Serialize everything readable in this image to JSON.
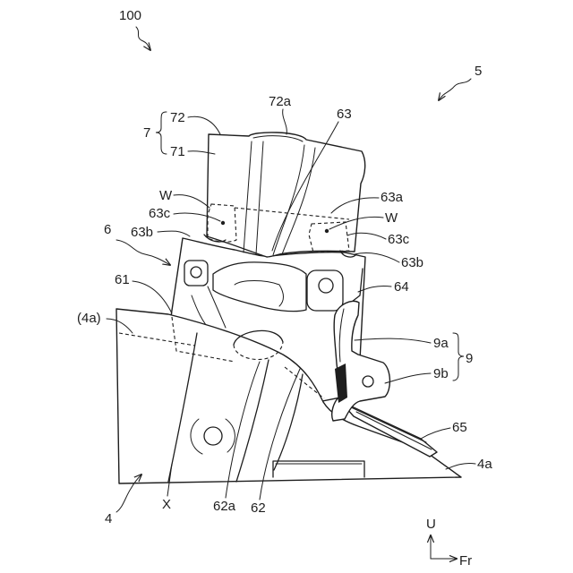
{
  "figure": {
    "labels": {
      "ref_100": "100",
      "ref_5": "5",
      "ref_72a": "72a",
      "ref_63": "63",
      "ref_72": "72",
      "ref_7": "7",
      "ref_71": "71",
      "ref_W_left": "W",
      "ref_63a": "63a",
      "ref_63c_left": "63c",
      "ref_W_right": "W",
      "ref_6": "6",
      "ref_63b_left": "63b",
      "ref_63c_right": "63c",
      "ref_63b_right": "63b",
      "ref_61": "61",
      "ref_64": "64",
      "ref_4a_paren": "(4a)",
      "ref_9a": "9a",
      "ref_9": "9",
      "ref_9b": "9b",
      "ref_65": "65",
      "ref_4a": "4a",
      "ref_4": "4",
      "ref_X": "X",
      "ref_62a": "62a",
      "ref_62": "62"
    },
    "axes": {
      "up": "U",
      "front": "Fr"
    }
  }
}
